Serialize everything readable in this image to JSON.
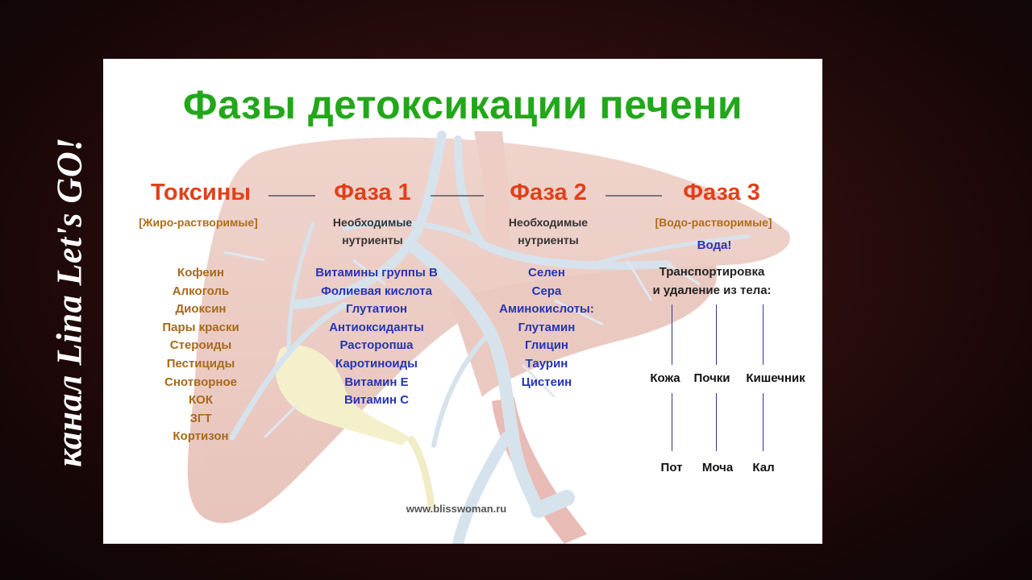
{
  "side_caption": "канал Lina Let's GO!",
  "title": "Фазы детоксикации печени",
  "columns": {
    "toxins": {
      "heading": "Токсины",
      "subtitle": "[Жиро-растворимые]",
      "items": [
        "Кофеин",
        "Алкоголь",
        "Диоксин",
        "Пары краски",
        "Стероиды",
        "Пестициды",
        "Снотворное",
        "КОК",
        "ЗГТ",
        "Кортизон"
      ]
    },
    "phase1": {
      "heading": "Фаза 1",
      "subtitle_line1": "Необходимые",
      "subtitle_line2": "нутриенты",
      "items": [
        "Витамины группы В",
        "Фолиевая кислота",
        "Глутатион",
        "Антиоксиданты",
        "Расторопша",
        "Каротиноиды",
        "Витамин Е",
        "Витамин С"
      ]
    },
    "phase2": {
      "heading": "Фаза 2",
      "subtitle_line1": "Необходимые",
      "subtitle_line2": "нутриенты",
      "items": [
        "Селен",
        "Сера",
        "Аминокислоты:",
        "Глутамин",
        "Глицин",
        "Таурин",
        "Цистеин"
      ]
    },
    "phase3": {
      "heading": "Фаза 3",
      "subtitle": "[Водо-растворимые]",
      "water": "Вода!",
      "transport_line1": "Транспортировка",
      "transport_line2": "и удаление из тела:",
      "organs": [
        "Кожа",
        "Почки",
        "Кишечник"
      ],
      "outputs": [
        "Пот",
        "Моча",
        "Кал"
      ]
    }
  },
  "website": "www.blisswoman.ru",
  "colors": {
    "title": "#22a71a",
    "heading": "#e0411b",
    "brown_text": "#b06d18",
    "blue_text": "#2535b5"
  }
}
